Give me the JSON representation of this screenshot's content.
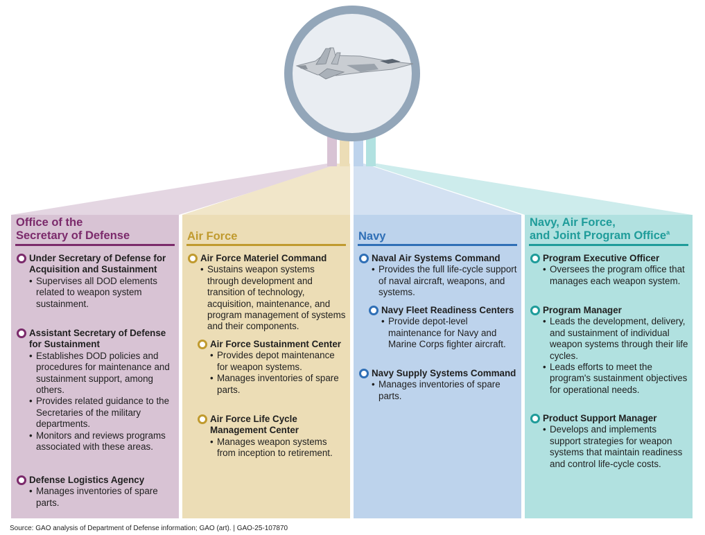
{
  "colors": {
    "osd": "#d8c3d4",
    "osd_dark": "#7b2a6b",
    "osd_fan": "#e4d6e2",
    "af": "#ecddb6",
    "af_dark": "#c09a2e",
    "af_fan": "#f1e6c9",
    "navy": "#bdd3ec",
    "navy_dark": "#2f6fb6",
    "navy_fan": "#d3e1f2",
    "joint": "#b1e1e0",
    "joint_dark": "#1f9c9a",
    "joint_fan": "#cdecec",
    "circle_ring": "#93a6b9",
    "circle_fill": "#e9edf2"
  },
  "illustration": {
    "icon": "fighter-jet-icon"
  },
  "columns": [
    {
      "id": "osd",
      "title_lines": [
        "Office of the",
        "Secretary of Defense"
      ],
      "entries": [
        {
          "title": "Under Secretary of Defense for Acquisition and Sustainment",
          "bullets": [
            "Supervises all DOD elements related to weapon system sustainment."
          ]
        },
        {
          "title": "Assistant Secretary of Defense for Sustainment",
          "bullets": [
            "Establishes DOD policies and procedures for maintenance and sustainment support, among others.",
            "Provides related guidance to the Secretaries of the military departments.",
            "Monitors and reviews programs associated with these areas."
          ]
        },
        {
          "title": "Defense Logistics Agency",
          "bullets": [
            "Manages inventories of spare parts."
          ]
        }
      ]
    },
    {
      "id": "af",
      "title_lines": [
        "Air Force"
      ],
      "entries": [
        {
          "title": "Air Force Materiel Command",
          "bullets": [
            "Sustains weapon systems through development and transition of technology, acquisition, maintenance, and program management of systems and their components."
          ]
        },
        {
          "title": "Air Force Sustainment Center",
          "bullets": [
            "Provides depot maintenance for weapon systems.",
            "Manages inventories of spare parts."
          ]
        },
        {
          "title": "Air Force Life Cycle Management Center",
          "bullets": [
            "Manages weapon systems from inception to retirement."
          ]
        }
      ]
    },
    {
      "id": "navy",
      "title_lines": [
        "Navy"
      ],
      "entries": [
        {
          "title": "Naval Air Systems Command",
          "bullets": [
            "Provides the full life-cycle support of naval aircraft, weapons, and systems."
          ]
        },
        {
          "title": "Navy Fleet Readiness Centers",
          "bullets": [
            "Provide depot-level maintenance for Navy and Marine Corps fighter aircraft."
          ]
        },
        {
          "title": "Navy Supply Systems Command",
          "bullets": [
            "Manages inventories of spare parts."
          ]
        }
      ]
    },
    {
      "id": "joint",
      "title_lines": [
        "Navy, Air Force,",
        "and Joint Program Office"
      ],
      "title_sup": "a",
      "entries": [
        {
          "title": "Program Executive Officer",
          "bullets": [
            "Oversees the program office that manages each weapon system."
          ]
        },
        {
          "title": "Program Manager",
          "bullets": [
            "Leads the development, delivery, and sustainment of individual weapon systems through their life cycles.",
            "Leads efforts to meet the program's sustainment objectives for operational needs."
          ]
        },
        {
          "title": "Product Support Manager",
          "bullets": [
            "Develops and implements support strategies for weapon systems that maintain readiness and control life-cycle costs."
          ]
        }
      ]
    }
  ],
  "source": "Source: GAO analysis of Department of Defense information; GAO (art).  |  GAO-25-107870"
}
